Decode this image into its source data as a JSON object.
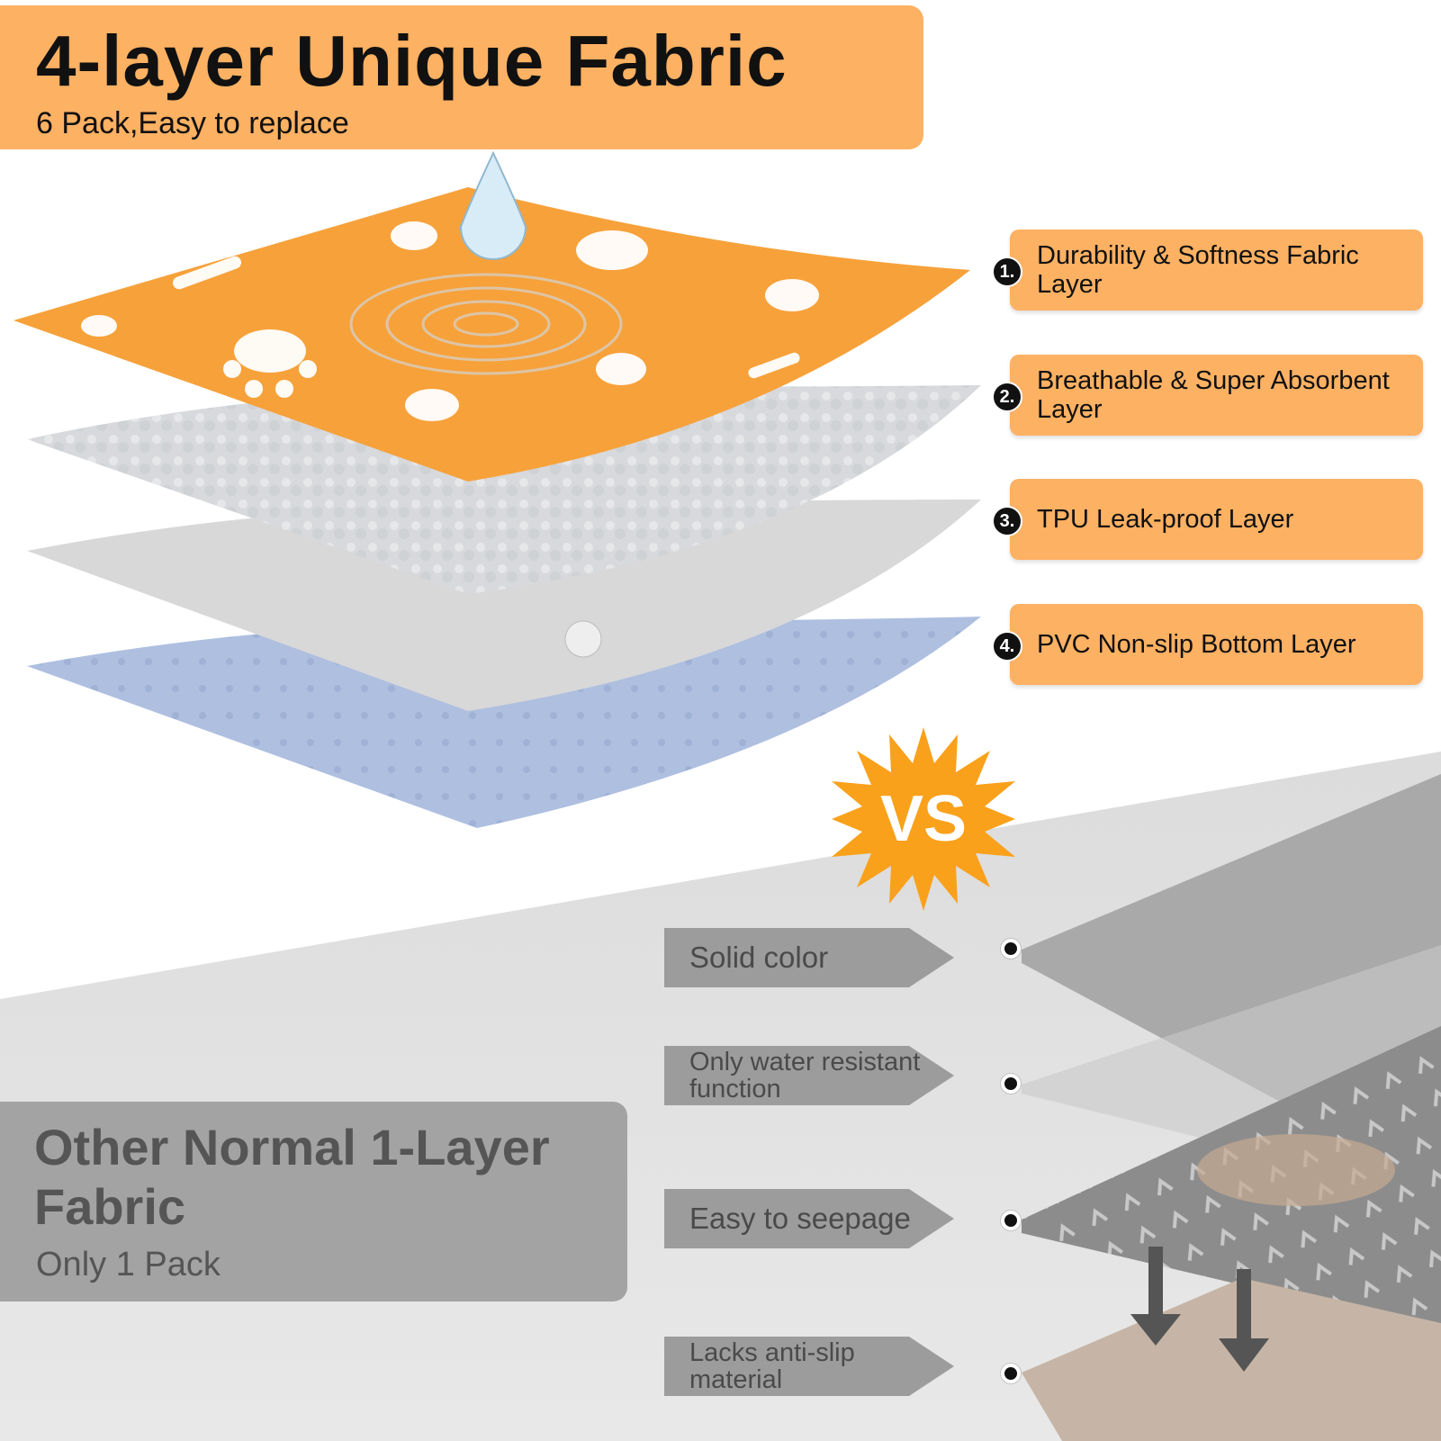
{
  "header": {
    "title": "4-layer Unique Fabric",
    "subtitle": "6 Pack,Easy to replace"
  },
  "features": [
    {
      "number": "1.",
      "label": "Durability & Softness Fabric Layer"
    },
    {
      "number": "2.",
      "label": "Breathable & Super Absorbent Layer"
    },
    {
      "number": "3.",
      "label": "TPU Leak-proof Layer"
    },
    {
      "number": "4.",
      "label": "PVC Non-slip Bottom Layer"
    }
  ],
  "vs": {
    "label": "VS"
  },
  "comparison": [
    {
      "label": "Solid color"
    },
    {
      "label": "Only water resistant function"
    },
    {
      "label": "Easy to seepage"
    },
    {
      "label": "Lacks anti-slip material"
    }
  ],
  "other": {
    "title": "Other Normal 1-Layer Fabric",
    "subtitle": "Only 1 Pack"
  },
  "colors": {
    "orange": "#fdb163",
    "pad_orange": "#f7a13a",
    "burst": "#f9a11b",
    "grey_panel": "#a3a3a3",
    "tag_grey": "#9c9c9c"
  },
  "icons": [
    "water-drop-icon",
    "paw-print-icon",
    "bone-icon",
    "down-arrow-icon"
  ]
}
